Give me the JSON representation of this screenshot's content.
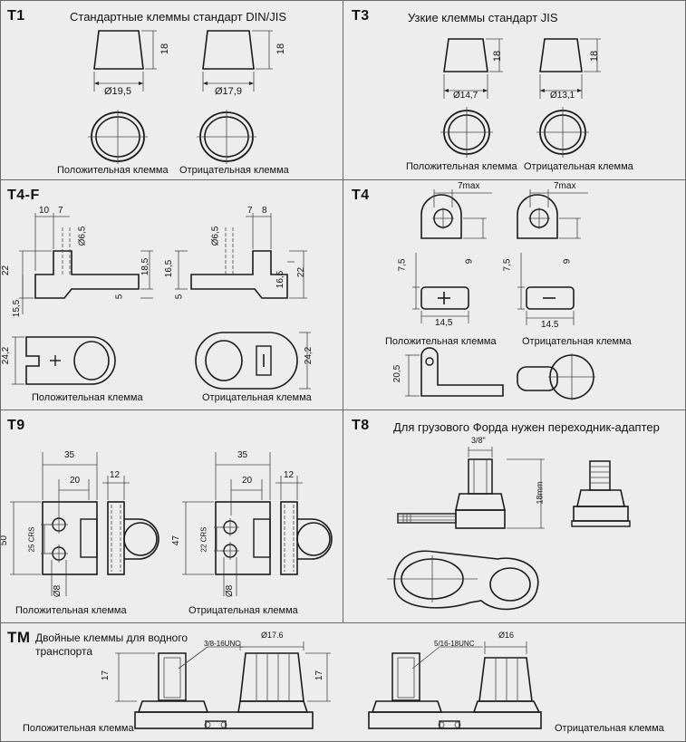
{
  "panels": {
    "t1": {
      "code": "T1",
      "title": "Стандартные клеммы стандарт DIN/JIS",
      "positive_label": "Положительная клемма",
      "negative_label": "Отрицательная клемма",
      "dims": {
        "height": "18",
        "pos_diameter": "Ø19,5",
        "neg_diameter": "Ø17,9"
      }
    },
    "t3": {
      "code": "T3",
      "title": "Узкие клеммы  стандарт JIS",
      "positive_label": "Положительная клемма",
      "negative_label": "Отрицательная клемма",
      "dims": {
        "height": "18",
        "pos_diameter": "Ø14,7",
        "neg_diameter": "Ø13,1"
      }
    },
    "t4f": {
      "code": "T4-F",
      "positive_label": "Положительная клемма",
      "negative_label": "Отрицательная клемма",
      "dims": {
        "a": "10",
        "b": "7",
        "c": "7",
        "d": "8",
        "hole": "Ø6,5",
        "h22": "22",
        "h15": "15,5",
        "h18": "18,5",
        "h5": "5",
        "h16": "16,5",
        "w24": "24,2"
      }
    },
    "t4": {
      "code": "T4",
      "positive_label": "Положительная клемма",
      "negative_label": "Отрицательная клемма",
      "dims": {
        "max": "7max",
        "h9": "9",
        "h75": "7,5",
        "w145a": "14,5",
        "w145b": "14.5",
        "h205": "20,5"
      }
    },
    "t9": {
      "code": "T9",
      "positive_label": "Положительная клемма",
      "negative_label": "Отрицательная клемма",
      "dims": {
        "w35": "35",
        "w20": "20",
        "w12": "12",
        "h50": "50",
        "h47": "47",
        "crs25": "25 CRS",
        "crs22": "22 CRS",
        "hole": "Ø8"
      }
    },
    "t8": {
      "code": "T8",
      "title": "Для грузового Форда нужен переходник-адаптер",
      "dims": {
        "thread": "3/8\"",
        "h18": "18mm"
      }
    },
    "tm": {
      "code": "TM",
      "title_line1": "Двойные клеммы для водного",
      "title_line2": "транспорта",
      "positive_label": "Положительная клемма",
      "negative_label": "Отрицательная клемма",
      "dims": {
        "thread1": "3/8-16UNC",
        "thread2": "5/16-18UNC",
        "d176": "Ø17.6",
        "d16": "Ø16",
        "h17": "17"
      }
    }
  }
}
